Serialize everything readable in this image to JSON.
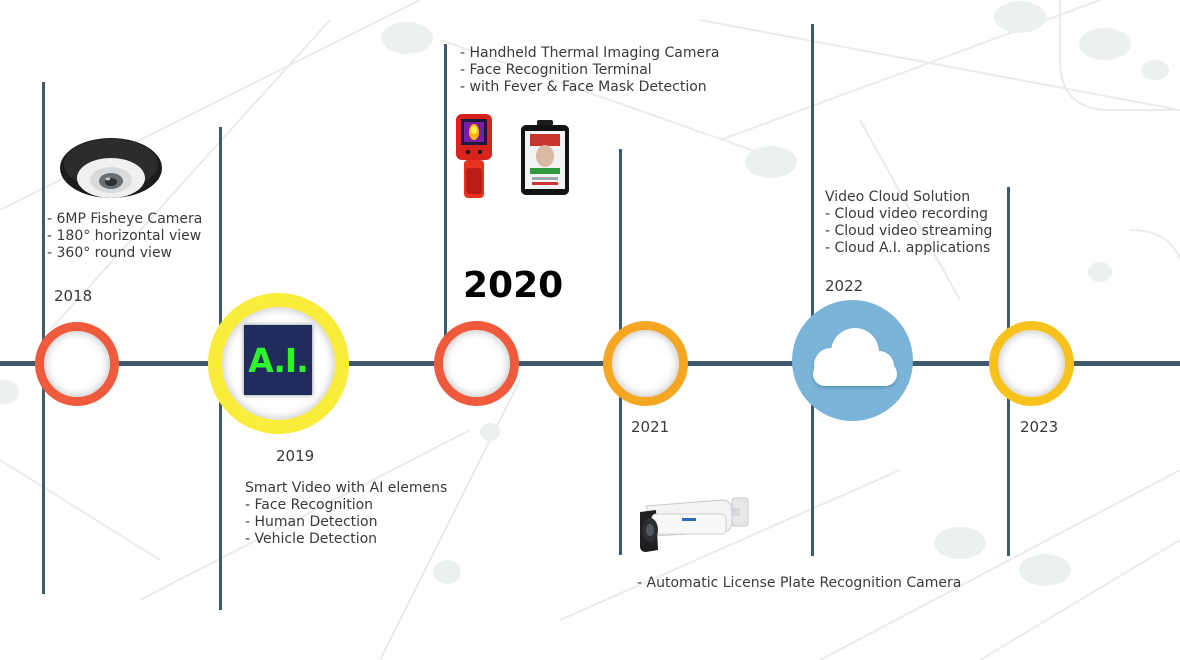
{
  "milestones": [
    {
      "year": "2018",
      "lines": [
        "- 6MP Fisheye Camera",
        "- 180° horizontal view",
        "- 360° round view"
      ]
    },
    {
      "year": "2019",
      "heading": "Smart Video with AI elemens",
      "lines": [
        "- Face Recognition",
        "- Human Detection",
        "- Vehicle Detection"
      ],
      "badge": "A.I."
    },
    {
      "year": "2020",
      "lines": [
        "- Handheld Thermal Imaging Camera",
        "- Face Recognition Terminal",
        "- with Fever & Face Mask Detection"
      ]
    },
    {
      "year": "2021",
      "lines": [
        "- Automatic License Plate Recognition Camera"
      ]
    },
    {
      "year": "2022",
      "heading": "Video Cloud Solution",
      "lines": [
        "- Cloud video recording",
        "- Cloud video streaming",
        "- Cloud A.I. applications"
      ]
    },
    {
      "year": "2023"
    }
  ],
  "colors": {
    "timeline": "#3f5a6b",
    "red_ring": "#f05a3c",
    "yellow_ring": "#f9ec3a",
    "orange_ring": "#f5a623",
    "gold_ring": "#f7c21c",
    "cloud_circle": "#7ab4d8",
    "ai_badge_bg": "#222c5c",
    "ai_badge_text": "#2cf52c"
  },
  "icons": [
    "fisheye-camera-icon",
    "thermal-camera-icon",
    "face-terminal-icon",
    "bullet-camera-icon",
    "cloud-icon"
  ]
}
